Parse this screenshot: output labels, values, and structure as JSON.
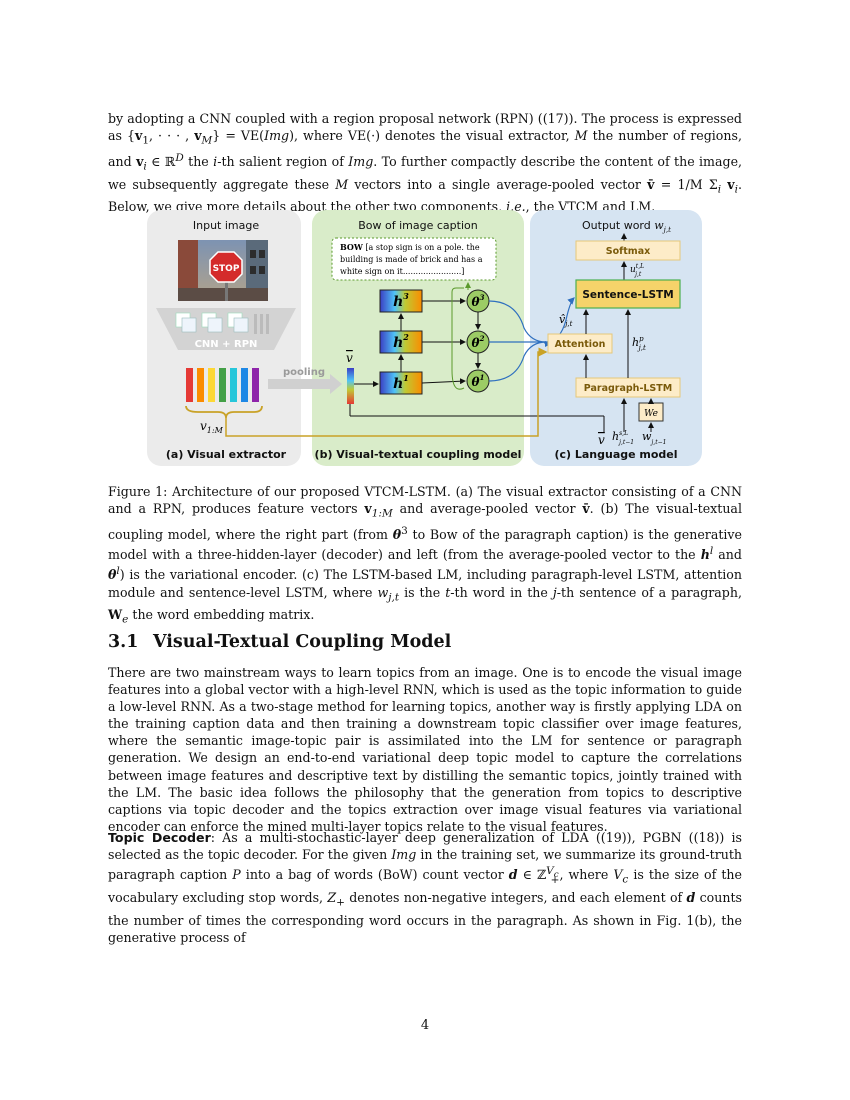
{
  "intro": {
    "s1": "by adopting a CNN coupled with a region proposal network (RPN) ((17)). The process is expressed as {",
    "s2": "v",
    "s3": "1",
    "s4": ", · · · ,",
    "s5": "v",
    "s6": "M",
    "s7": "} = VE(",
    "s8": "Img",
    "s9": "), where VE(·) denotes the visual extractor,",
    "s10": "M",
    "s11": "the number of regions, and",
    "s12": "v",
    "s13": "i",
    "s14": "∈ ℝ",
    "s15": "D",
    "s16": "the",
    "s17": "i",
    "s18": "-th salient region of",
    "s19": "Img",
    "s20": ". To further compactly describe the content of the image, we subsequently aggregate these",
    "s21": "M",
    "s22": "vectors into a single average-pooled vector",
    "s23": "v̄",
    "s24": "=",
    "s25": "1/M",
    "s26": "Σ",
    "s27": "i",
    "s28": "v",
    "s29": "i",
    "s30": ". Below, we give more details about the other two components,",
    "s31": "i.e.",
    "s32": ", the VTCM and LM."
  },
  "figure": {
    "panel_a": {
      "title": "Input image",
      "cnn_label": "CNN + RPN",
      "pooling_label": "pooling",
      "v_label": "v",
      "v_sub": "1:M",
      "caption": "(a) Visual extractor",
      "stop_text": "STOP",
      "bar_colors": [
        "#e53935",
        "#fb8c00",
        "#fdd835",
        "#43a047",
        "#26c6da",
        "#1e88e5",
        "#8e24aa"
      ]
    },
    "panel_b": {
      "title": "Bow of image caption",
      "bow_bold": "BOW",
      "bow_line1": "[a stop sign is on a pole. the",
      "bow_line2": "building is made of brick and has a",
      "bow_line3": "white sign on it.......................]",
      "h3": "h",
      "h3_sup": "3",
      "h2": "h",
      "h2_sup": "2",
      "h1": "h",
      "h1_sup": "1",
      "t3": "θ",
      "t3_sup": "3",
      "t2": "θ",
      "t2_sup": "2",
      "t1": "θ",
      "t1_sup": "1",
      "vbar": "v",
      "caption": "(b) Visual-textual coupling model"
    },
    "panel_c": {
      "output_word": "Output word",
      "w_out": "w",
      "w_out_sub": "j,t",
      "softmax": "Softmax",
      "u_label": "u",
      "u_sup": "t,L",
      "u_sub": "j,t",
      "sentence_lstm": "Sentence-LSTM",
      "vhat": "v̂",
      "vhat_sub": "j,t",
      "attention": "Attention",
      "hp": "h",
      "hp_sup": "p",
      "hp_sub": "j,t",
      "paragraph_lstm": "Paragraph-LSTM",
      "we": "We",
      "in_v": "v",
      "in_h": "h",
      "in_h_sup": "s,L",
      "in_h_sub": "j,t−1",
      "in_w": "w",
      "in_w_sub": "j,t−1",
      "caption": "(c) Language model"
    },
    "colors": {
      "panel_a_bg": "#ebebeb",
      "panel_b_bg": "#d9ecc9",
      "panel_c_bg": "#d6e4f2",
      "lstm_box": "#fdecc8",
      "sentence_lstm": "#f5d36a",
      "arrow_blue": "#2e6fbf",
      "arrow_gold": "#c9a227"
    }
  },
  "caption": {
    "label": "Figure 1:",
    "c1": "Architecture of our proposed VTCM-LSTM. (a) The visual extractor consisting of a CNN and a RPN, produces feature vectors",
    "c2": "v",
    "c3": "1:M",
    "c4": "and average-pooled vector",
    "c5": "v̄",
    "c6": ". (b) The visual-textual coupling model, where the right part (from",
    "c7": "θ",
    "c8": "3",
    "c9": "to Bow of the paragraph caption) is the generative model with a three-hidden-layer (decoder) and left (from the average-pooled vector to the",
    "c10": "h",
    "c11": "l",
    "c12": "and",
    "c13": "θ",
    "c14": "l",
    "c15": ") is the variational encoder. (c) The LSTM-based LM, including paragraph-level LSTM, attention module and sentence-level LSTM, where",
    "c16": "w",
    "c17": "j,t",
    "c18": "is the",
    "c19": "t",
    "c20": "-th word in the",
    "c21": "j",
    "c22": "-th sentence of a paragraph,",
    "c23": "W",
    "c24": "e",
    "c25": "the word embedding matrix."
  },
  "section": {
    "number": "3.1",
    "title": "Visual-Textual Coupling Model"
  },
  "body1": {
    "text": "There are two mainstream ways to learn topics from an image. One is to encode the visual image features into a global vector with a high-level RNN, which is used as the topic information to guide a low-level RNN. As a two-stage method for learning topics, another way is firstly applying LDA on the training caption data and then training a downstream topic classifier over image features, where the semantic image-topic pair is assimilated into the LM for sentence or paragraph generation. We design an end-to-end variational deep topic model to capture the correlations between image features and descriptive text by distilling the semantic topics, jointly trained with the LM. The basic idea follows the philosophy that the generation from topics to descriptive captions via topic decoder and the topics extraction over image visual features via variational encoder can enforce the mined multi-layer topics relate to the visual features."
  },
  "body2": {
    "lead": "Topic Decoder",
    "t1": ": As a multi-stochastic-layer deep generalization of LDA ((19)), PGBN ((18)) is selected as the topic decoder. For the given",
    "t2": "Img",
    "t3": "in the training set, we summarize its ground-truth paragraph caption",
    "t4": "P",
    "t5": "into a bag of words (BoW) count vector",
    "t6": "d",
    "t7": "∈ ℤ",
    "t8": "V",
    "t9": "c",
    "t10": "+",
    "t11": ", where",
    "t12": "V",
    "t13": "c",
    "t14": "is the size of the vocabulary excluding stop words,",
    "t15": "Z",
    "t16": "+",
    "t17": "denotes non-negative integers, and each element of",
    "t18": "d",
    "t19": "counts the number of times the corresponding word occurs in the paragraph. As shown in Fig. 1(b), the generative process of"
  },
  "page_number": "4"
}
